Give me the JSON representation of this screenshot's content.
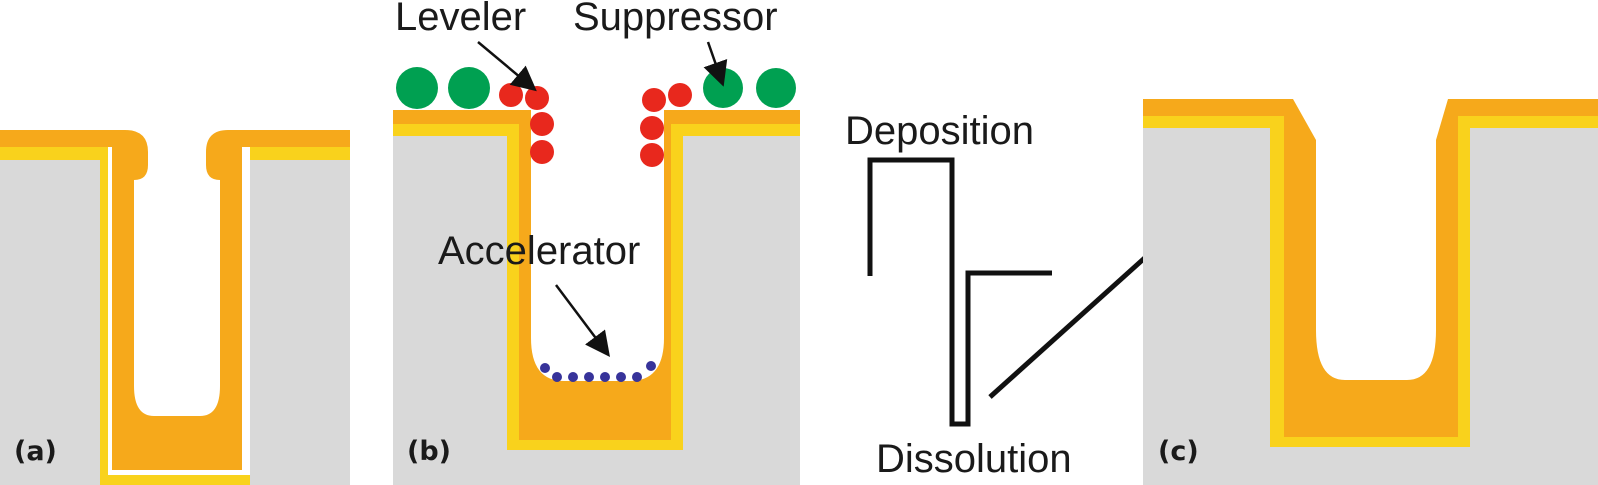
{
  "panels": {
    "a": {
      "label": "(a)"
    },
    "b": {
      "label": "(b)",
      "leveler_label": "Leveler",
      "suppressor_label": "Suppressor",
      "accelerator_label": "Accelerator"
    },
    "c": {
      "label": "(c)"
    }
  },
  "waveform": {
    "deposition_label": "Deposition",
    "dissolution_label": "Dissolution"
  },
  "colors": {
    "substrate": "#d9d9d9",
    "copper": "#f6a91b",
    "seed_layer": "#f9d21c",
    "leveler": "#e8281d",
    "suppressor": "#00a051",
    "accelerator": "#37339a",
    "line": "#111111"
  }
}
